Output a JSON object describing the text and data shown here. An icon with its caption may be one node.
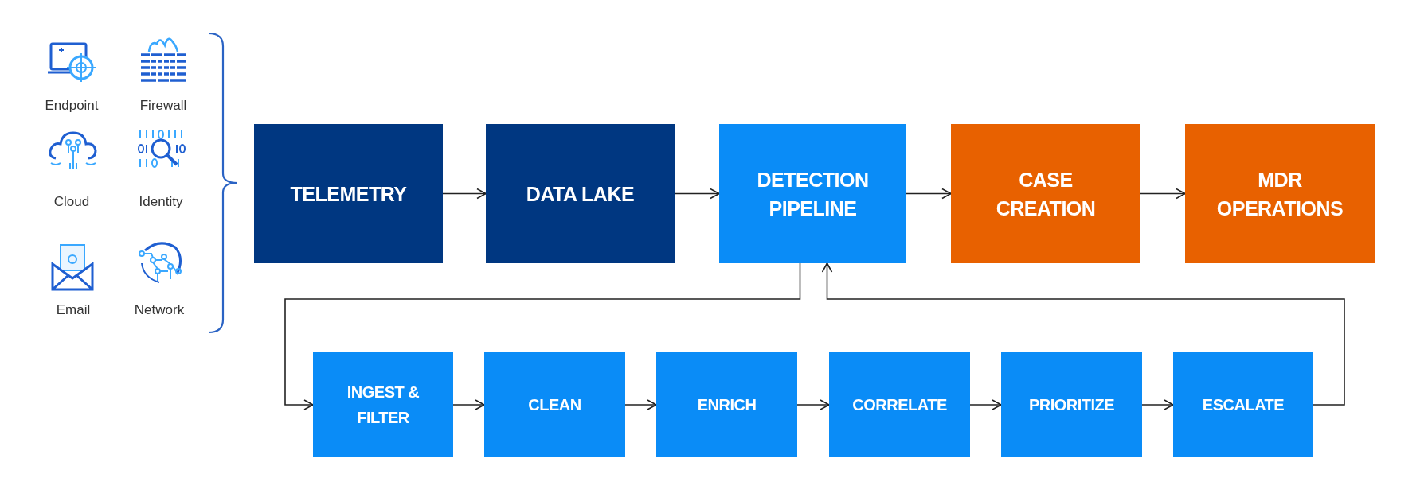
{
  "diagram": {
    "nodes": [
      {
        "text": [
          "TELEMETRY"
        ]
      },
      {
        "text": [
          "DATA LAKE"
        ]
      },
      {
        "text": [
          "DETECTION PIPELINE"
        ]
      },
      {
        "text": [
          "CASE CREATION"
        ]
      },
      {
        "text": [
          "MDR OPERATIONS"
        ]
      },
      {
        "text": [
          "INGEST & FILTER"
        ]
      },
      {
        "text": [
          "CLEAN"
        ]
      },
      {
        "text": [
          "ENRICH"
        ]
      },
      {
        "text": [
          "CORRELATE"
        ]
      },
      {
        "text": [
          "PRIORITIZE"
        ]
      },
      {
        "text": [
          "ESCALATE"
        ]
      }
    ],
    "edges": [
      {
        "from": 0,
        "to": 1,
        "arrow": "to"
      },
      {
        "from": 1,
        "to": 2,
        "arrow": "to"
      },
      {
        "from": 2,
        "to": 3,
        "arrow": "to"
      },
      {
        "from": 3,
        "to": 4,
        "arrow": "to"
      },
      {
        "from": 2,
        "to": 5,
        "arrow": "to"
      },
      {
        "from": 5,
        "to": 6,
        "arrow": "to"
      },
      {
        "from": 6,
        "to": 7,
        "arrow": "to"
      },
      {
        "from": 7,
        "to": 8,
        "arrow": "to"
      },
      {
        "from": 8,
        "to": 9,
        "arrow": "to"
      },
      {
        "from": 9,
        "to": 10,
        "arrow": "to"
      },
      {
        "from": 10,
        "to": 2,
        "arrow": "to"
      }
    ],
    "labels": [
      "Endpoint",
      "Firewall",
      "Cloud",
      "Identity",
      "Email",
      "Network"
    ]
  }
}
